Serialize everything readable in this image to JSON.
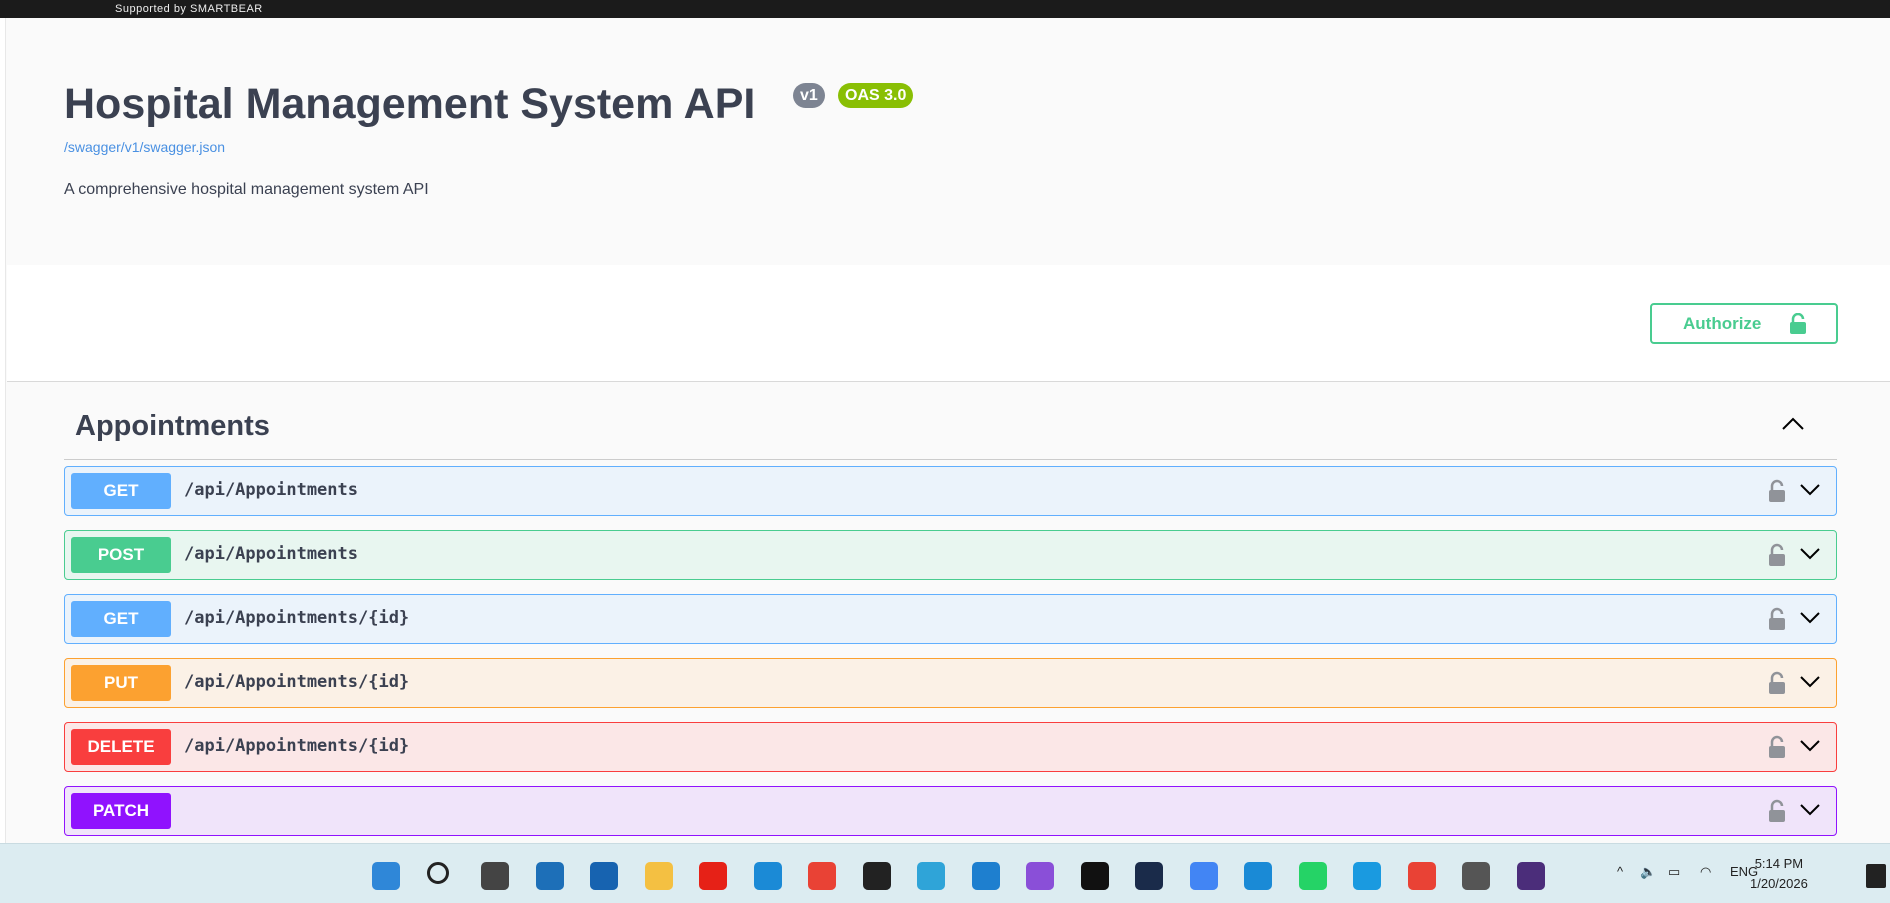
{
  "topbar": {
    "supported_by": "Supported by SMARTBEAR"
  },
  "info": {
    "title": "Hospital Management System API",
    "version": "v1",
    "oas": "OAS 3.0",
    "spec_link": "/swagger/v1/swagger.json",
    "description": "A comprehensive hospital management system API"
  },
  "authorize": {
    "label": "Authorize"
  },
  "tag": {
    "name": "Appointments"
  },
  "operations": [
    {
      "method": "GET",
      "path": "/api/Appointments"
    },
    {
      "method": "POST",
      "path": "/api/Appointments"
    },
    {
      "method": "GET",
      "path": "/api/Appointments/{id}"
    },
    {
      "method": "PUT",
      "path": "/api/Appointments/{id}"
    },
    {
      "method": "DELETE",
      "path": "/api/Appointments/{id}"
    },
    {
      "method": "PATCH",
      "path": ""
    }
  ],
  "colors": {
    "GET": "#61affe",
    "POST": "#49cc90",
    "PUT": "#fca130",
    "DELETE": "#f93e3e",
    "PATCH": "#9012fe"
  },
  "taskbar": {
    "icons": [
      "windows-start-icon",
      "search-icon",
      "task-view-icon",
      "widgets-icon",
      "store-icon",
      "file-explorer-icon",
      "youtube-icon",
      "edge-icon",
      "chrome-icon",
      "github-icon",
      "copilot-icon",
      "vscode-icon",
      "visual-studio-icon",
      "notion-icon",
      "android-studio-icon",
      "google-cloud-icon",
      "bird-app-icon",
      "whatsapp-icon",
      "mail-icon",
      "chrome-profile-icon",
      "chatgpt-icon",
      "terminal-icon"
    ],
    "language": "ENG",
    "time": "5:14 PM",
    "date": "1/20/2026"
  }
}
